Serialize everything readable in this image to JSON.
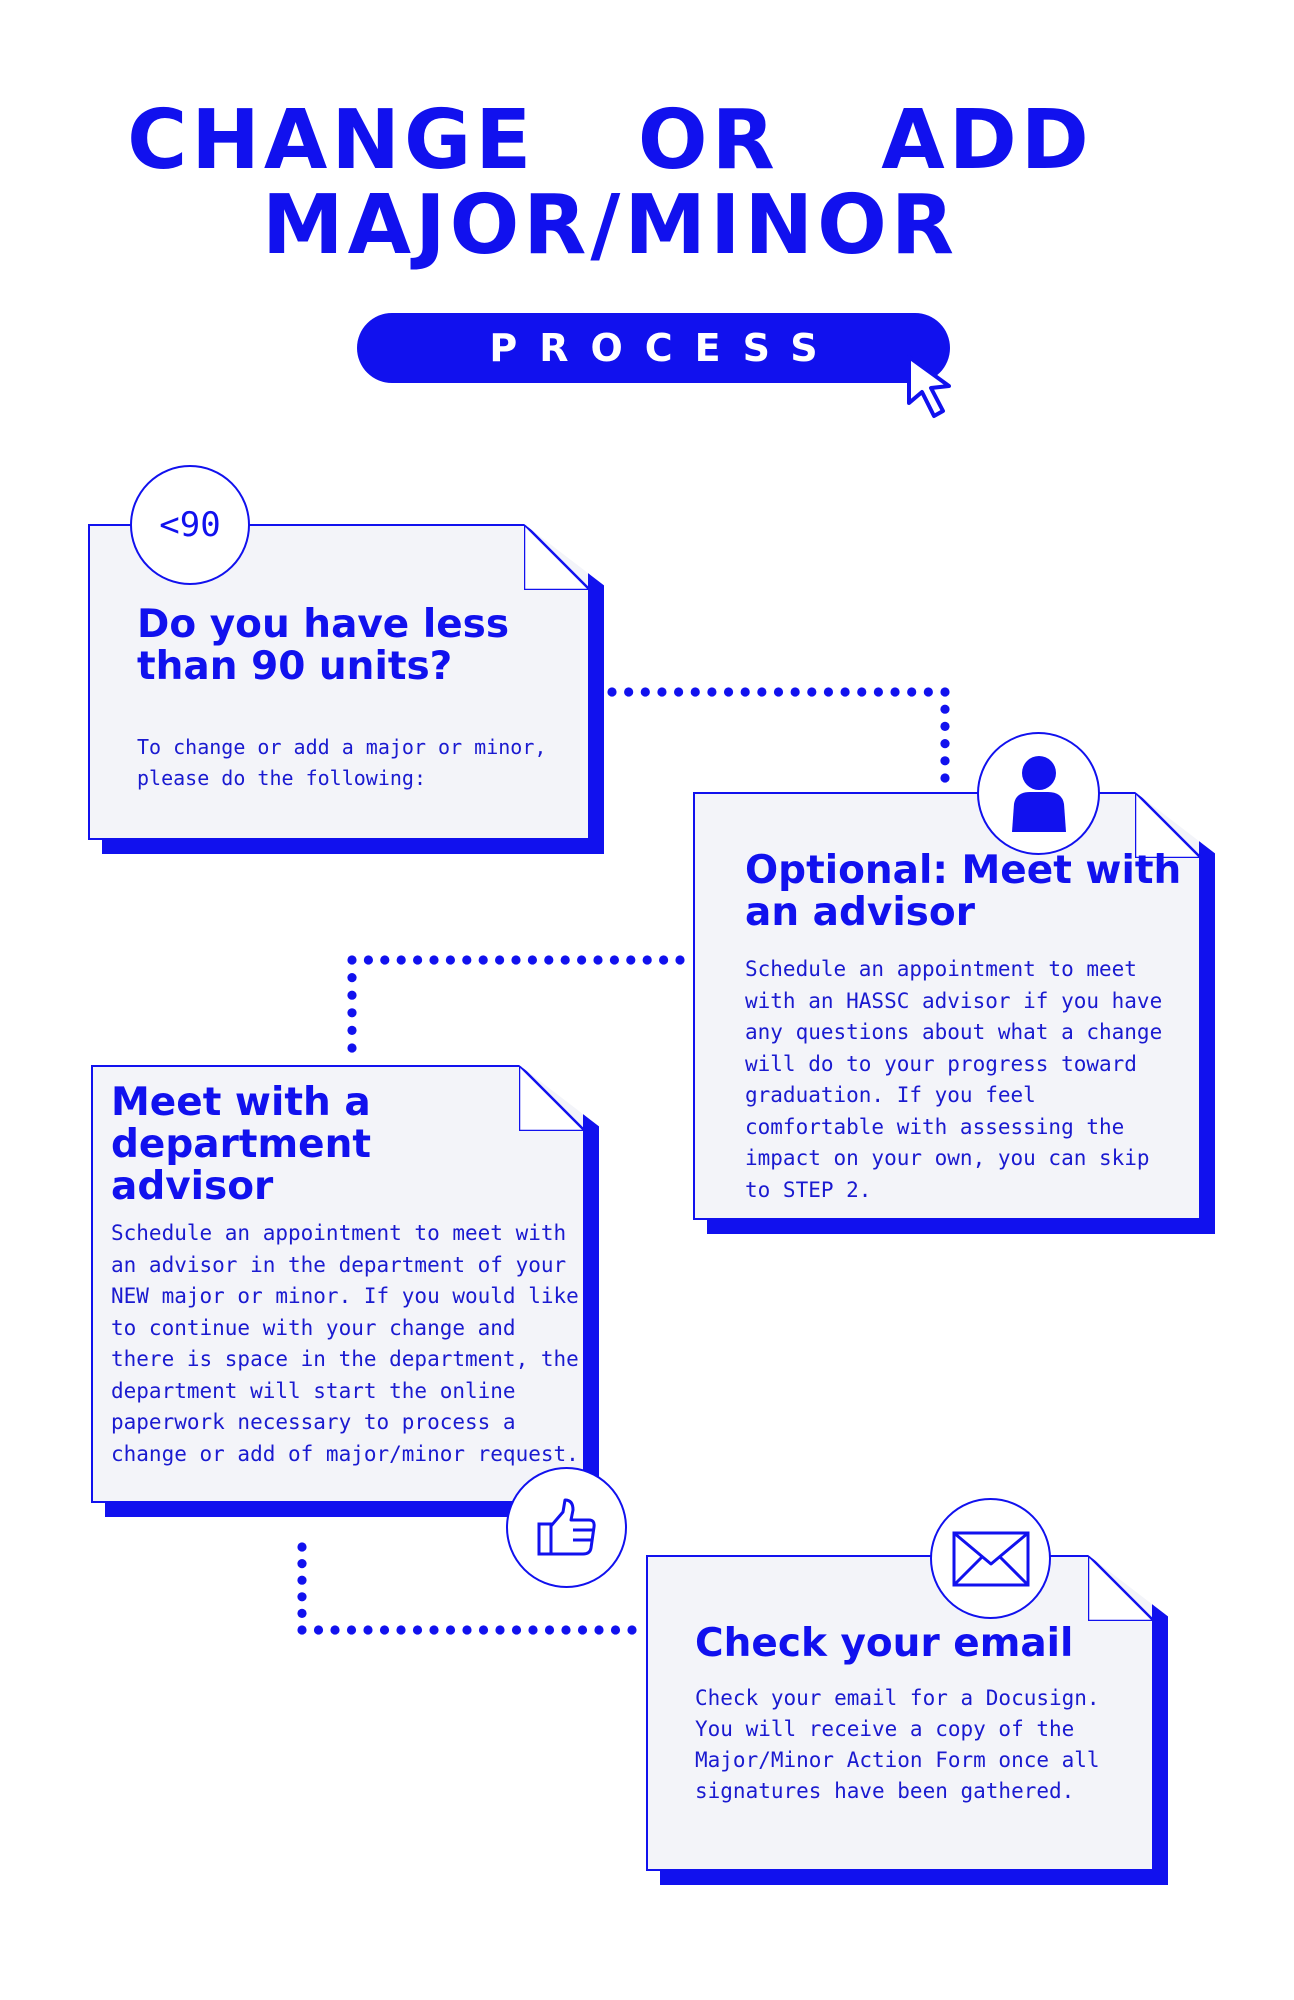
{
  "header": {
    "title_line_1": "CHANGE OR ADD",
    "title_line_2": "MAJOR/MINOR",
    "pill_label": "PROCESS"
  },
  "steps": [
    {
      "badge": "<90",
      "title": "Do you have less than 90 units?",
      "body": "To change or add a major or minor, please do the following:"
    },
    {
      "badge_icon": "person-icon",
      "title": "Optional: Meet with an advisor",
      "body": "Schedule an appointment to meet with an HASSC advisor if you have any questions about what a change will do to your progress toward graduation. If you feel comfortable with assessing the impact on your own, you can skip to STEP 2."
    },
    {
      "badge_icon": "thumbs-up-icon",
      "title": "Meet with a department advisor",
      "body": "Schedule an appointment to meet with an advisor in the department of your NEW major or minor. If you would like to continue with your change and there is space in the department, the department will start the online paperwork necessary to process a change or add of major/minor request."
    },
    {
      "badge_icon": "envelope-icon",
      "title": "Check your email",
      "body": "Check your email for a Docusign. You will receive a copy of the Major/Minor Action Form once all signatures have been gathered."
    }
  ],
  "colors": {
    "accent": "#1111ee",
    "card_fill": "#f3f4f9",
    "background": "#ffffff"
  }
}
